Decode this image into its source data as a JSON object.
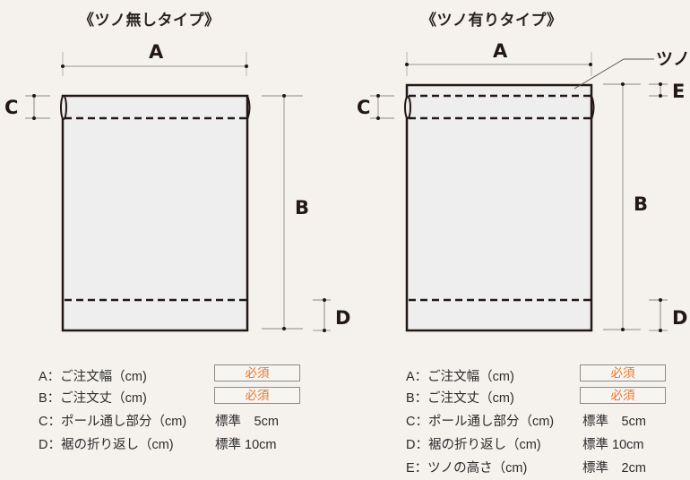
{
  "left_panel": {
    "title": "《ツノ無しタイプ》",
    "labels": {
      "a": "A",
      "b": "B",
      "c": "C",
      "d": "D"
    },
    "specs": [
      {
        "label": "A：ご注文幅（cm)",
        "value": "必須",
        "required": true
      },
      {
        "label": "B：ご注文丈（cm)",
        "value": "必須",
        "required": true
      },
      {
        "label": "C：ポール通し部分（cm)",
        "value": "標準　5cm",
        "required": false
      },
      {
        "label": "D：裾の折り返し（cm)",
        "value": "標準 10cm",
        "required": false
      }
    ]
  },
  "right_panel": {
    "title": "《ツノ有りタイプ》",
    "labels": {
      "a": "A",
      "b": "B",
      "c": "C",
      "d": "D",
      "e": "E",
      "tsuno": "ツノ"
    },
    "specs": [
      {
        "label": "A：ご注文幅（cm)",
        "value": "必須",
        "required": true
      },
      {
        "label": "B：ご注文丈（cm)",
        "value": "必須",
        "required": true
      },
      {
        "label": "C：ポール通し部分（cm)",
        "value": "標準　5cm",
        "required": false
      },
      {
        "label": "D：裾の折り返し（cm)",
        "value": "標準 10cm",
        "required": false
      },
      {
        "label": "E：ツノの高さ（cm)",
        "value": "標準　2cm",
        "required": false
      }
    ]
  },
  "colors": {
    "background": "#f5f2ee",
    "fabric": "#eeeeee",
    "outline": "#231815",
    "dimension_line": "#9a9590",
    "required_text": "#e8782a"
  }
}
